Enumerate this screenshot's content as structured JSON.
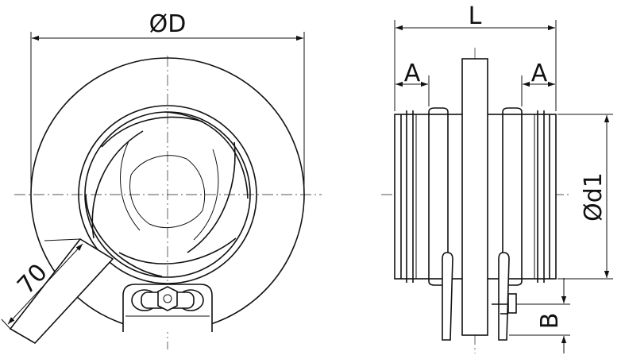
{
  "labels": {
    "outer_diameter": "ØD",
    "length": "L",
    "a_left": "A",
    "a_right": "A",
    "inner_diameter": "Ød1",
    "b": "B",
    "handle_length": "70"
  },
  "colors": {
    "line": "#111111",
    "background": "#ffffff"
  }
}
